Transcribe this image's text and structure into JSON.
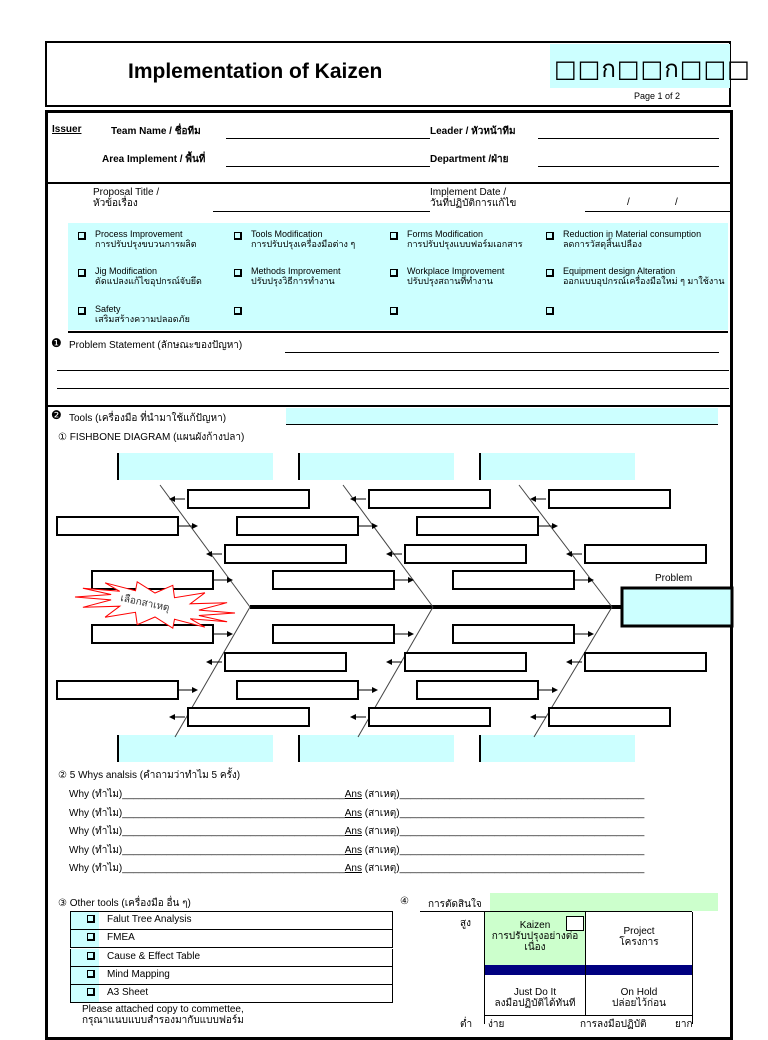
{
  "header": {
    "title": "Implementation of Kaizen",
    "code": "□□ก□□ก□□□",
    "page": "Page 1 of 2"
  },
  "issuer": {
    "label": "Issuer",
    "team_name": "Team Name / ชื่อทีม",
    "leader": "Leader / หัวหน้าทีม",
    "area": "Area Implement / พื้นที่",
    "department": "Department /ฝ่าย"
  },
  "proposal": {
    "title_en": "Proposal Title /",
    "title_th": "หัวข้อเรื่อง",
    "date_en": "Implement Date /",
    "date_th": "วันที่ปฏิบัติการแก้ไข",
    "date_sep1": "/",
    "date_sep2": "/"
  },
  "categories": [
    {
      "en": "Process Improvement",
      "th": "การปรับปรุงขบวนการผลิต"
    },
    {
      "en": "Tools Modification",
      "th": "การปรับปรุงเครื่องมือต่าง ๆ"
    },
    {
      "en": "Forms Modification",
      "th": "การปรับปรุงแบบฟอร์มเอกสาร"
    },
    {
      "en": "Reduction in Material consumption",
      "th": "ลดการวัสดุสิ้นเปลือง"
    },
    {
      "en": "Jig Modification",
      "th": "ดัดแปลงแก้ไขอุปกรณ์จับยึด"
    },
    {
      "en": "Methods Improvement",
      "th": "ปรับปรุงวิธีการทำงาน"
    },
    {
      "en": "Workplace Improvement",
      "th": "ปรับปรุงสถานที่ทำงาน"
    },
    {
      "en": "Equipment design Alteration",
      "th": "ออกแบบอุปกรณ์เครื่องมือใหม่ ๆ มาใช้งาน"
    },
    {
      "en": "Safety",
      "th": "เสริมสร้างความปลอดภัย"
    },
    {
      "en": "",
      "th": ""
    },
    {
      "en": "",
      "th": ""
    },
    {
      "en": "",
      "th": ""
    }
  ],
  "problem": {
    "num": "❶",
    "label": "Problem Statement (ลักษณะของปัญหา)"
  },
  "tools": {
    "num": "❷",
    "label": "Tools (เครื่องมือ ที่นำมาใช้แก้ปัญหา)",
    "fishbone": "① FISHBONE DIAGRAM (แผนผังก้างปลา)",
    "problem_label": "Problem",
    "burst": "เลือกสาเหตุ"
  },
  "whys": {
    "title": "② 5 Whys analsis (คำถามว่าทำไม 5 ครั้ง)",
    "why": "Why (ทำไม)________________________________________",
    "ans_u": "Ans",
    "ans": " (สาเหตุ)____________________________________________",
    "count": 5
  },
  "other_tools": {
    "title": "③ Other tools (เครื่องมือ อื่น ๆ)",
    "items": [
      "Falut Tree Analysis",
      "FMEA",
      "Cause & Effect Table",
      "Mind Mapping",
      "A3 Sheet"
    ],
    "note1": "Please attached copy to commettee,",
    "note2": "กรุณาแนบแบบสำรองมากับแบบฟอร์ม"
  },
  "decision": {
    "num": "④",
    "label": "การตัดสินใจ",
    "high": "สูง",
    "low": "ต่ำ",
    "easy": "ง่าย",
    "action": "การลงมือปฏิบัติ",
    "hard": "ยาก",
    "kaizen_en": "Kaizen",
    "kaizen_th": "การปรับปรุงอย่างต่อเนื่อง",
    "project_en": "Project",
    "project_th": "โครงการ",
    "jdi_en": "Just Do It",
    "jdi_th": "ลงมือปฏิบัติได้ทันที",
    "hold_en": "On Hold",
    "hold_th": "ปล่อยไว้ก่อน"
  },
  "colors": {
    "cyan": "#ccffff",
    "green": "#ccffcc",
    "navy": "#000080",
    "burst": "#ff0000"
  }
}
